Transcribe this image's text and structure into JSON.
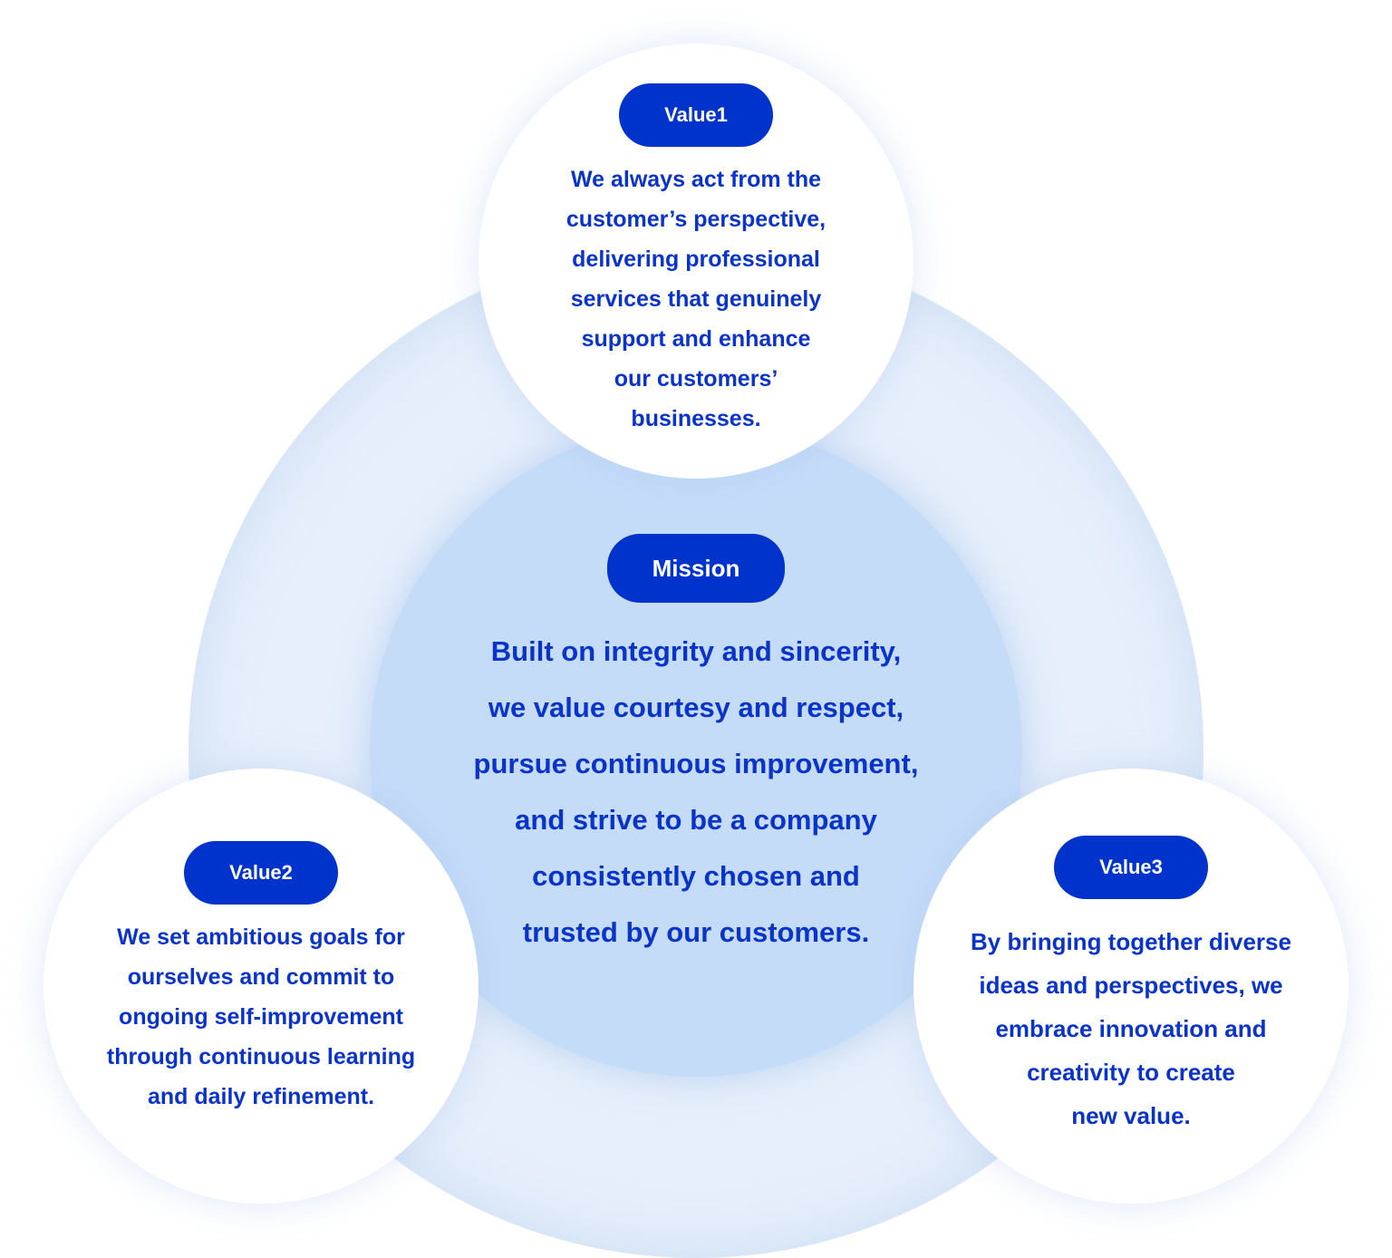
{
  "colors": {
    "accent": "#0033cc",
    "text": "#0a33c9",
    "mission_fill": "#c5dcf9",
    "outer_fill": "#e6effb",
    "value_fill": "#ffffff"
  },
  "mission": {
    "label": "Mission",
    "text": "Built on integrity and sincerity,\nwe value courtesy and respect,\npursue continuous improvement,\nand strive to be a company\nconsistently chosen and\ntrusted by our customers."
  },
  "values": [
    {
      "label": "Value1",
      "text": "We always act from the\ncustomer’s perspective,\ndelivering professional\nservices that genuinely\nsupport and enhance\nour customers’\nbusinesses."
    },
    {
      "label": "Value2",
      "text": "We set ambitious goals for\nourselves and commit to\nongoing self-improvement\nthrough continuous learning\nand daily refinement."
    },
    {
      "label": "Value3",
      "text": "By bringing together diverse\nideas and perspectives, we\nembrace innovation and\ncreativity to create\nnew value."
    }
  ]
}
